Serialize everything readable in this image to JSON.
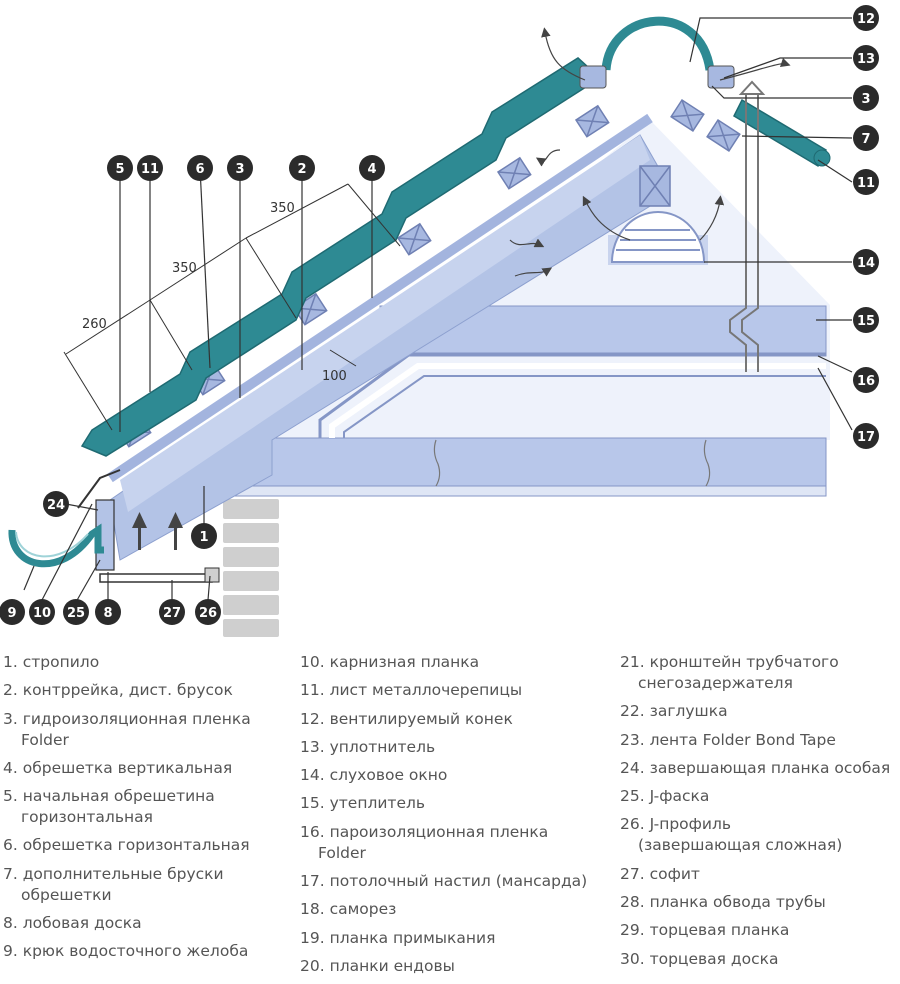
{
  "callouts": [
    "1",
    "2",
    "3",
    "4",
    "5",
    "6",
    "7",
    "8",
    "9",
    "10",
    "11",
    "12",
    "13",
    "14",
    "15",
    "16",
    "17",
    "24",
    "25",
    "26",
    "27"
  ],
  "dimensions": {
    "d260": "260",
    "d350a": "350",
    "d350b": "350",
    "d100": "100"
  },
  "legend": {
    "col1": [
      {
        "line1": "1. стропило"
      },
      {
        "line1": "2. контррейка, дист. брусок"
      },
      {
        "line1": "3. гидроизоляционная пленка",
        "line2": "Folder"
      },
      {
        "line1": "4. обрешетка вертикальная"
      },
      {
        "line1": "5. начальная обрешетина",
        "line2": "горизонтальная"
      },
      {
        "line1": "6. обрешетка горизонтальная"
      },
      {
        "line1": "7. дополнительные бруски",
        "line2": "обрешетки"
      },
      {
        "line1": "8. лобовая доска"
      },
      {
        "line1": "9. крюк водосточного желоба"
      }
    ],
    "col2": [
      {
        "line1": "10. карнизная планка"
      },
      {
        "line1": "11. лист металлочерепицы"
      },
      {
        "line1": "12. вентилируемый конек"
      },
      {
        "line1": "13. уплотнитель"
      },
      {
        "line1": "14. слуховое окно"
      },
      {
        "line1": "15. утеплитель"
      },
      {
        "line1": "16. пароизоляционная пленка",
        "line2": "Folder"
      },
      {
        "line1": "17. потолочный настил (мансарда)"
      },
      {
        "line1": "18. саморез"
      },
      {
        "line1": "19. планка примыкания"
      },
      {
        "line1": "20. планки ендовы"
      }
    ],
    "col3": [
      {
        "line1": "21. кронштейн трубчатого",
        "line2": "снегозадержателя"
      },
      {
        "line1": "22. заглушка"
      },
      {
        "line1": "23. лента Folder Bond Tape"
      },
      {
        "line1": "24. завершающая планка особая"
      },
      {
        "line1": "25. J-фаска"
      },
      {
        "line1": "26. J-профиль",
        "line2": "(завершающая сложная)"
      },
      {
        "line1": "27. софит"
      },
      {
        "line1": "28. планка обвода трубы"
      },
      {
        "line1": "29. торцевая планка"
      },
      {
        "line1": "30. торцевая доска"
      }
    ]
  },
  "colors": {
    "metal_tile": "#2e8a93",
    "insulation": "#b3c3e6",
    "batten": "#90a6d4",
    "callout_fill": "#2b2b2b",
    "legend_text": "#555555"
  }
}
